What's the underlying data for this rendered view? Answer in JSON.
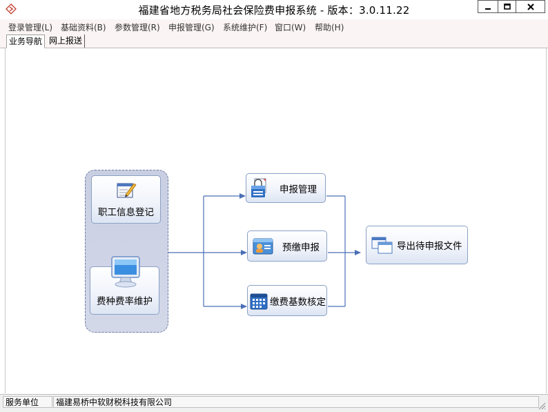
{
  "window": {
    "title": "福建省地方税务局社会保险费申报系统 - 版本：3.0.11.22",
    "minimize_icon": "minimize-icon",
    "maximize_icon": "maximize-icon",
    "close_icon": "close-icon"
  },
  "menu": {
    "items": [
      {
        "label": "登录管理(L)"
      },
      {
        "label": "基础资料(B)"
      },
      {
        "label": "参数管理(R)"
      },
      {
        "label": "申报管理(G)"
      },
      {
        "label": "系统维护(F)"
      },
      {
        "label": "窗口(W)"
      },
      {
        "label": "帮助(H)"
      }
    ]
  },
  "tabs": [
    {
      "label": "业务导航",
      "active": true
    },
    {
      "label": "网上报送",
      "active": false
    }
  ],
  "flow": {
    "group": [
      {
        "label": "职工信息登记",
        "icon": "notepad-pencil-icon"
      },
      {
        "label": "费种费率维护",
        "icon": "computer-monitor-icon"
      }
    ],
    "middle": [
      {
        "label": "申报管理",
        "icon": "documents-lock-icon"
      },
      {
        "label": "预缴申报",
        "icon": "contact-card-icon"
      },
      {
        "label": "缴费基数核定",
        "icon": "calendar-icon"
      }
    ],
    "output": {
      "label": "导出待申报文件",
      "icon": "export-windows-icon"
    },
    "colors": {
      "arrow": "#4a6fb5",
      "node_border": "#8aa0c4",
      "group_bg": "#cdd3e6"
    }
  },
  "status": {
    "label": "服务单位",
    "value": "福建易桥中软财税科技有限公司"
  }
}
